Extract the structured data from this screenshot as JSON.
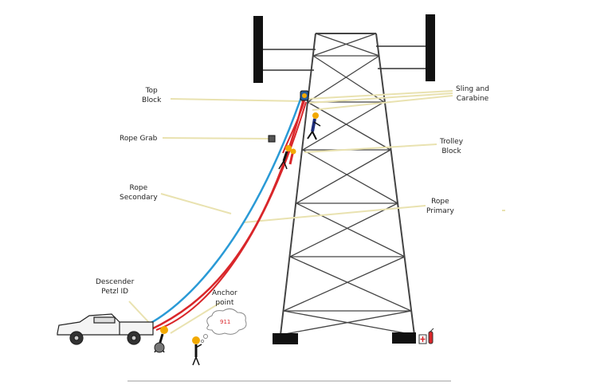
{
  "labels": {
    "top_block": "Top\nBlock",
    "sling_carabine": "Sling and\nCarabine",
    "rope_grab": "Rope Grab",
    "trolley_block": "Trolley\nBlock",
    "rope_secondary": "Rope\nSecondary",
    "rope_primary": "Rope\nPrimary",
    "descender": "Descender\nPetzl ID",
    "anchor_point": "Anchor\npoint",
    "phone_bubble": "911"
  },
  "colors": {
    "tower": "#444444",
    "crossarm": "#111111",
    "rope_primary": "#d9262a",
    "rope_secondary": "#2a9ad6",
    "leader": "#e9e2b0",
    "hardhat": "#f2a900"
  },
  "icons": [
    "truck-icon",
    "worker-icon",
    "first-aid-kit-icon",
    "fire-extinguisher-icon",
    "thought-bubble-icon"
  ]
}
